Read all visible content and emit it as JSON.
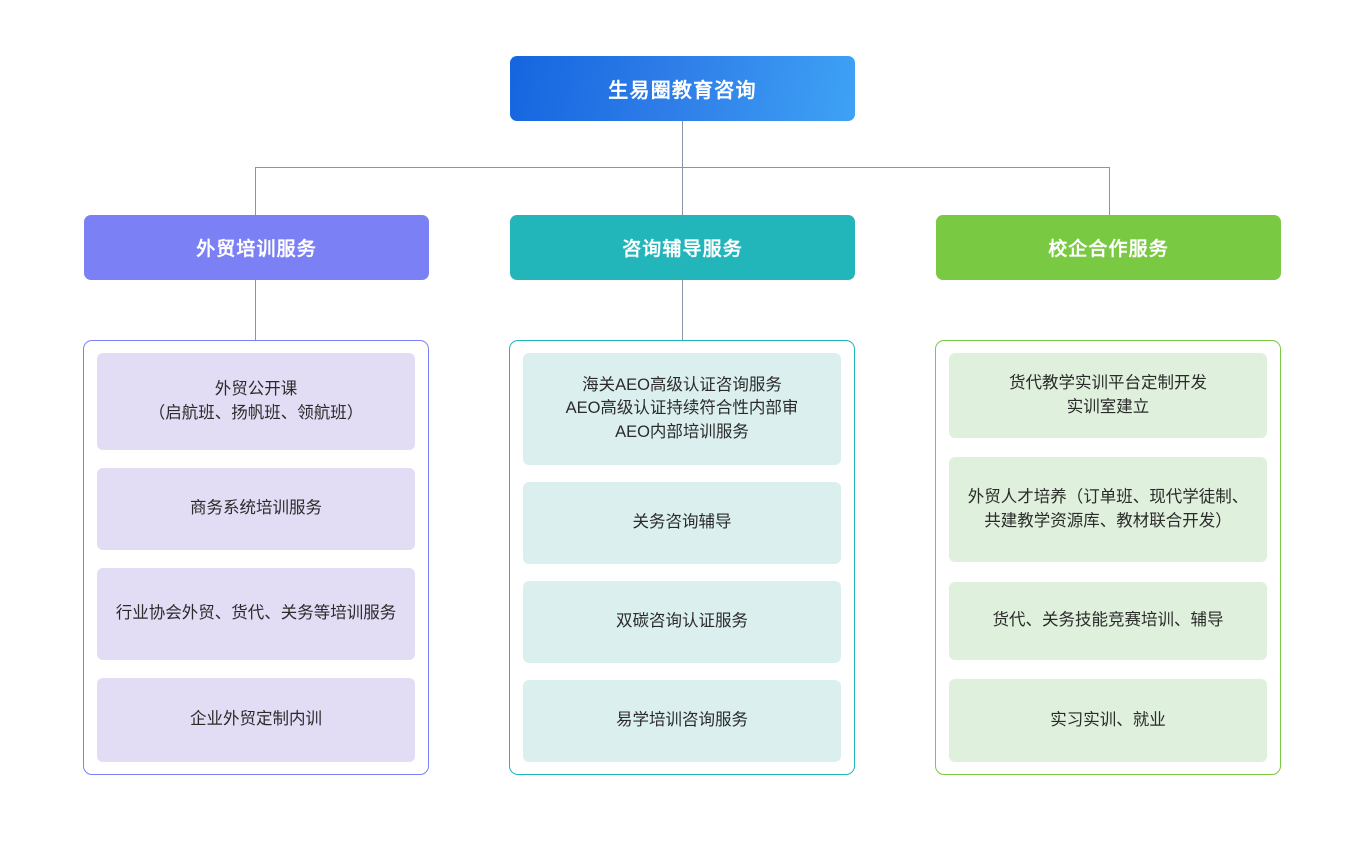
{
  "diagram": {
    "type": "organization-tree",
    "root": {
      "label": "生易圈教育咨询",
      "color": "#2f7ee8"
    },
    "categories": [
      {
        "label": "外贸培训服务",
        "color": "#7b80f5",
        "card_color": "#e2ddf5",
        "items": [
          {
            "text": "外贸公开课\n（启航班、扬帆班、领航班）"
          },
          {
            "text": "商务系统培训服务"
          },
          {
            "text": "行业协会外贸、货代、关务等培训服务"
          },
          {
            "text": "企业外贸定制内训"
          }
        ]
      },
      {
        "label": "咨询辅导服务",
        "color": "#22b6bb",
        "card_color": "#dcefef",
        "items": [
          {
            "text": "海关AEO高级认证咨询服务\nAEO高级认证持续符合性内部审\nAEO内部培训服务"
          },
          {
            "text": "关务咨询辅导"
          },
          {
            "text": "双碳咨询认证服务"
          },
          {
            "text": "易学培训咨询服务"
          }
        ]
      },
      {
        "label": "校企合作服务",
        "color": "#7ac943",
        "card_color": "#dff0dc",
        "items": [
          {
            "text": "货代教学实训平台定制开发\n实训室建立"
          },
          {
            "text": "外贸人才培养（订单班、现代学徒制、共建教学资源库、教材联合开发）"
          },
          {
            "text": "货代、关务技能竞赛培训、辅导"
          },
          {
            "text": "实习实训、就业"
          }
        ]
      }
    ],
    "connector_color": "#8c94a8"
  }
}
